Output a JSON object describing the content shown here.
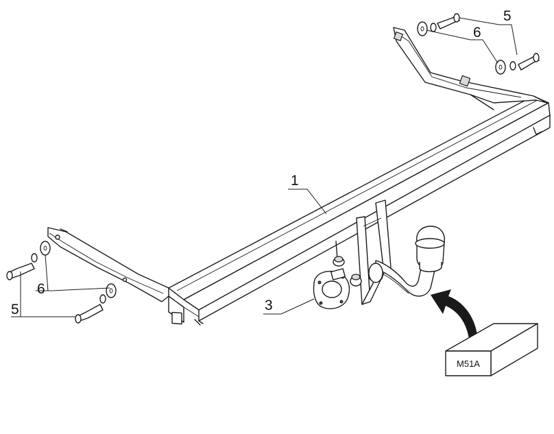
{
  "callouts": {
    "tow_bar": "1",
    "socket_plate": "3",
    "bolt_right": "5",
    "washer_right": "6",
    "washer_left": "6",
    "bolt_left": "5"
  },
  "module_box": {
    "label": "M51A"
  },
  "icons": [
    "tow-bar",
    "tow-ball",
    "bolt",
    "washer",
    "socket-plate",
    "curved-arrow",
    "module-box"
  ]
}
